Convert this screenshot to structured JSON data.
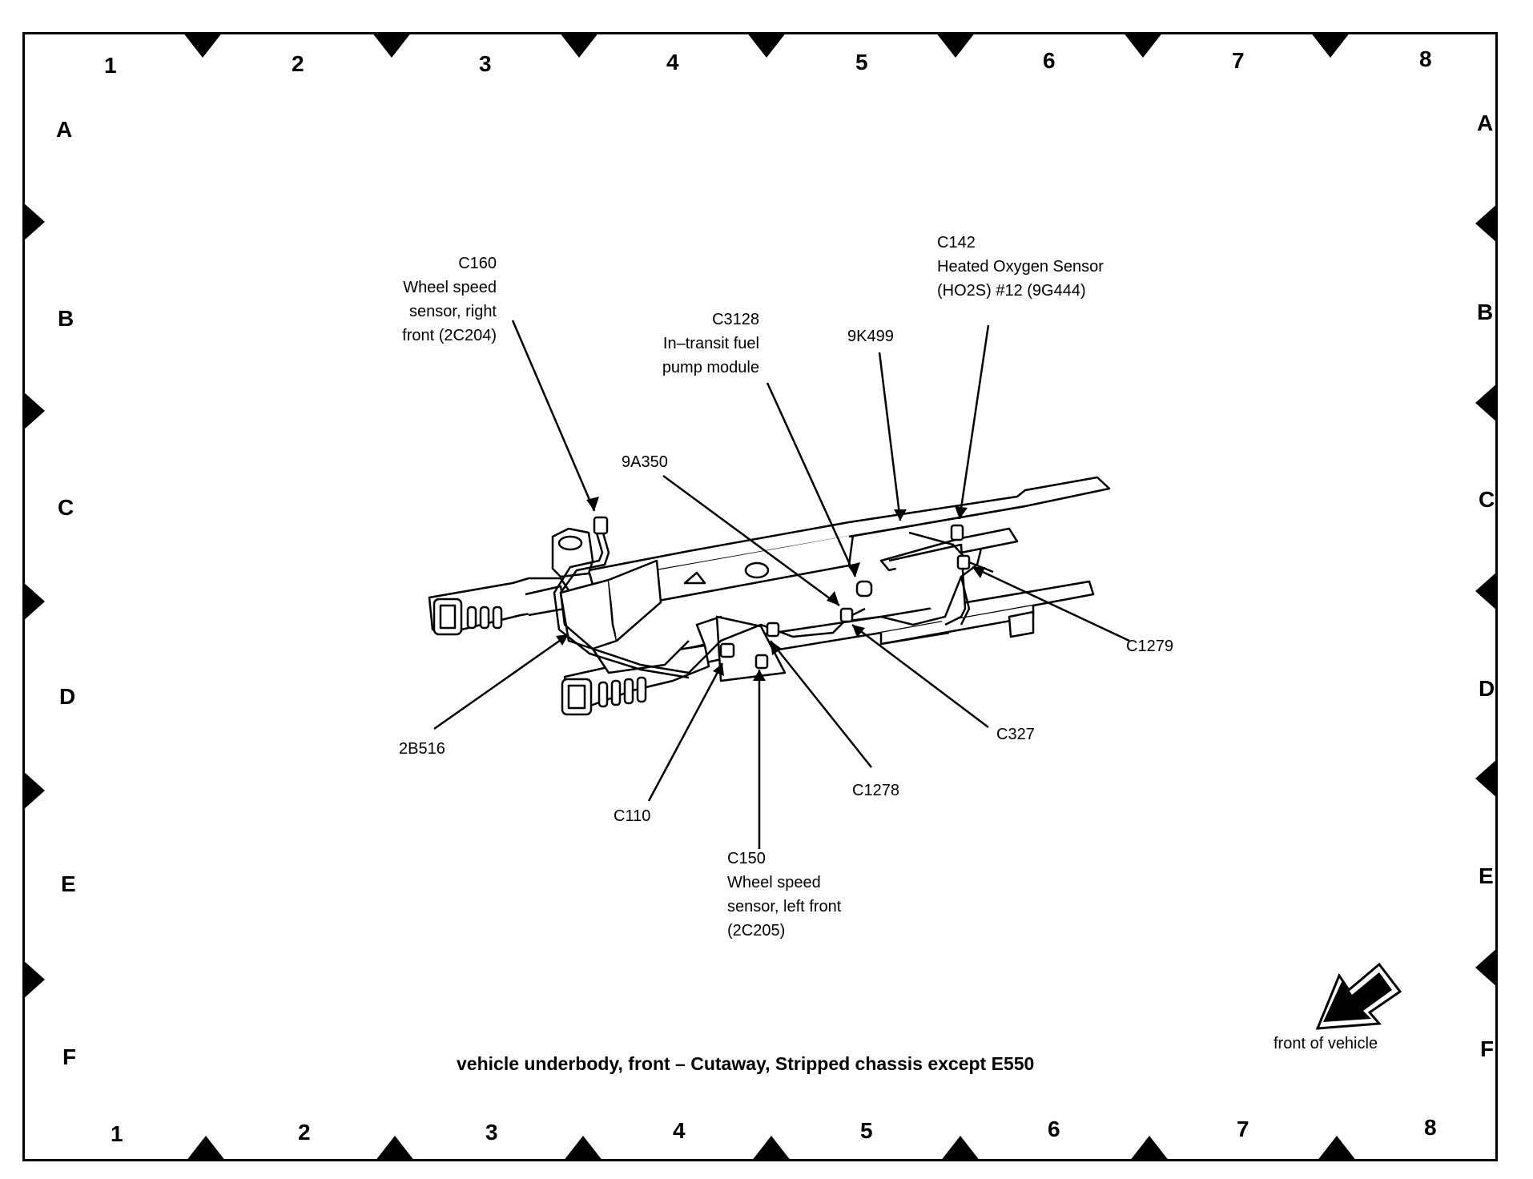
{
  "grid": {
    "columns": [
      "1",
      "2",
      "3",
      "4",
      "5",
      "6",
      "7",
      "8"
    ],
    "rows": [
      "A",
      "B",
      "C",
      "D",
      "E",
      "F"
    ]
  },
  "caption": "vehicle underbody, front – Cutaway, Stripped chassis except E550",
  "front_label": "front of vehicle",
  "callouts": {
    "c160": "C160\nWheel speed\nsensor, right\nfront (2C204)",
    "c3128": "C3128\nIn–transit fuel\npump module",
    "k9k499": "9K499",
    "c142": "C142\nHeated Oxygen Sensor\n(HO2S) #12 (9G444)",
    "a9a350": "9A350",
    "c1279": "C1279",
    "b2b516": "2B516",
    "c327": "C327",
    "c1278": "C1278",
    "c110": "C110",
    "c150": "C150\nWheel speed\nsensor, left front\n(2C205)"
  }
}
